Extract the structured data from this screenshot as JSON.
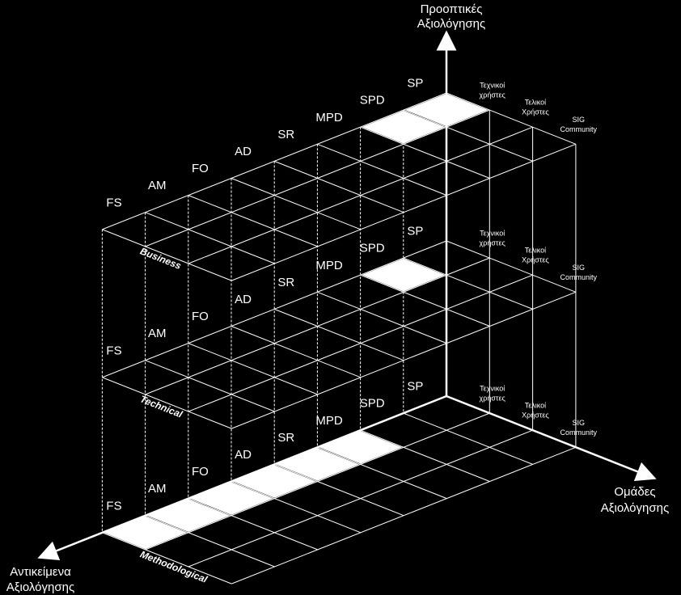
{
  "axes": {
    "vertical": {
      "line1": "Προοπτικές",
      "line2": "Αξιολόγησης"
    },
    "right": {
      "line1": "Ομάδες",
      "line2": "Αξιολόγησης"
    },
    "left": {
      "line1": "Αντικείμενα",
      "line2": "Αξιολόγησης"
    }
  },
  "row_labels": [
    "FS",
    "AM",
    "FO",
    "AD",
    "SR",
    "MPD",
    "SPD",
    "SP"
  ],
  "groups": [
    {
      "line1": "Τεχνικοί",
      "line2": "χρήστες"
    },
    {
      "line1": "Τελικοί",
      "line2": "Χρήστες"
    },
    {
      "line1": "SIG",
      "line2": "Community"
    }
  ],
  "layers": [
    {
      "name": "Business",
      "highlighted": [
        [
          0,
          0
        ],
        [
          1,
          0
        ]
      ]
    },
    {
      "name": "Technical",
      "highlighted": [
        [
          1,
          0
        ]
      ]
    },
    {
      "name": "Methodological",
      "highlighted": [
        [
          2,
          0
        ],
        [
          3,
          0
        ],
        [
          4,
          0
        ],
        [
          5,
          0
        ],
        [
          6,
          0
        ],
        [
          7,
          0
        ]
      ]
    }
  ],
  "colors": {
    "background": "#000000",
    "lines": "#ffffff",
    "highlight": "#ffffff"
  }
}
